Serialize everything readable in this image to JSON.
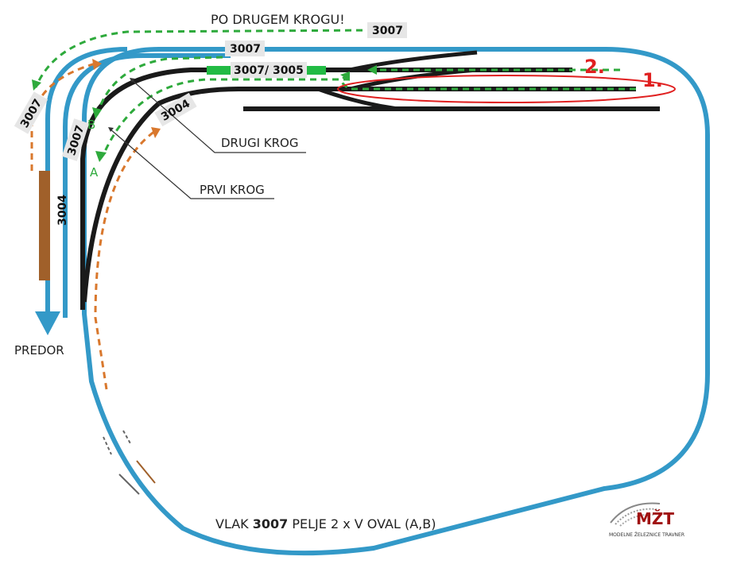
{
  "labels": {
    "po_drugem_krogu": "PO DRUGEM KROGU!",
    "train_3007_top": "3007",
    "train_3007_main": "3007",
    "train_3007_3005": "3007/ 3005",
    "train_3004_inner": "3004",
    "train_3007_left": "3007",
    "train_3007_mid": "3007",
    "train_3004_vertical": "3004",
    "drugi_krog": "DRUGI KROG",
    "prvi_krog": "PRVI KROG",
    "point_a": "A",
    "point_b": "B",
    "predor": "PREDOR",
    "step_1": "1.",
    "step_2": "2."
  },
  "caption": {
    "prefix": "VLAK ",
    "train": "3007",
    "suffix": " PELJE 2 x V OVAL (A,B)"
  },
  "logo": {
    "mark": "MŽT",
    "subtitle": "MODELNE ŽELEZNICE TRAVNER"
  },
  "colors": {
    "main_track": "#3399c8",
    "siding_track": "#1a1a1a",
    "route_green": "#2eaa3c",
    "route_orange": "#d9782d",
    "highlight_red": "#e02020",
    "label_bg": "#e6e6e6",
    "train_brown": "#a0602a",
    "train_green": "#22bb44"
  }
}
